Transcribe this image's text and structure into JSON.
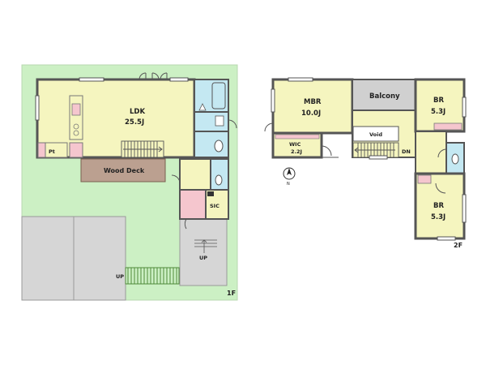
{
  "floor1": {
    "label": "1F",
    "rooms": {
      "ldk": {
        "name": "LDK",
        "size": "25.5J"
      },
      "pt": {
        "name": "Pt"
      },
      "wood_deck": {
        "name": "Wood Deck"
      },
      "sic": {
        "name": "SIC"
      }
    },
    "stair_labels": {
      "parking_up": "UP",
      "entry_up": "UP"
    }
  },
  "floor2": {
    "label": "2F",
    "rooms": {
      "mbr": {
        "name": "MBR",
        "size": "10.0J"
      },
      "wic": {
        "name": "WIC",
        "size": "2.2J"
      },
      "balcony": {
        "name": "Balcony"
      },
      "void": {
        "name": "Void"
      },
      "br_upper": {
        "name": "BR",
        "size": "5.3J"
      },
      "br_lower": {
        "name": "BR",
        "size": "5.3J"
      }
    },
    "stair_labels": {
      "down": "DN"
    }
  },
  "compass": {
    "north_label": "N"
  },
  "colors": {
    "lawn": "#ccf0c4",
    "living": "#f5f5bf",
    "wet_area": "#c4e8f2",
    "storage": "#f5c6ce",
    "balcony": "#d0d0d0",
    "deck": "#bba090",
    "parking": "#d6d6d6",
    "wall": "#555555"
  }
}
